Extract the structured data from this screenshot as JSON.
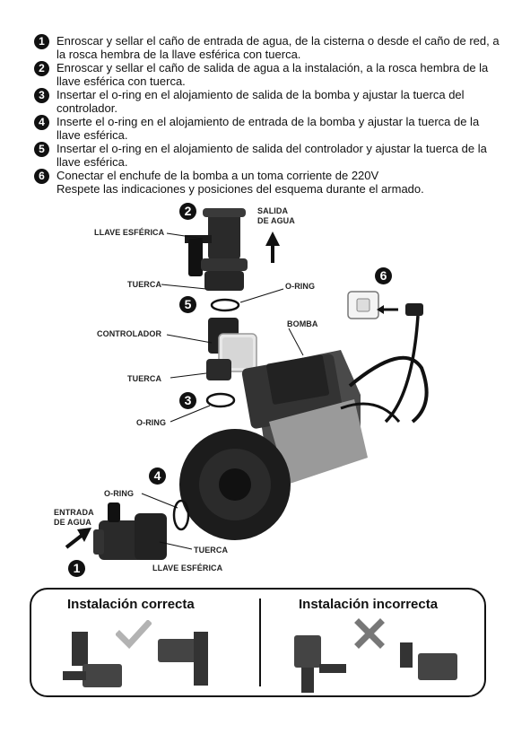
{
  "steps": [
    {
      "number": "1",
      "text": "Enroscar y sellar el caño de entrada de agua,  de la cisterna o desde el caño de red, a la rosca hembra de la llave esférica con tuerca."
    },
    {
      "number": "2",
      "text": "Enroscar y sellar el caño de salida de agua a la instalación, a la rosca hembra de la llave esférica con tuerca."
    },
    {
      "number": "3",
      "text": "Insertar el o-ring en el alojamiento de salida de la bomba y ajustar la tuerca del controlador."
    },
    {
      "number": "4",
      "text": "Inserte el o-ring en el alojamiento de entrada de la bomba y ajustar la tuerca de la llave esférica."
    },
    {
      "number": "5",
      "text": "Insertar el o-ring en el alojamiento de salida del controlador y ajustar la tuerca de la llave esférica."
    },
    {
      "number": "6",
      "text": "Conectar el enchufe de la bomba a un toma corriente de 220V"
    }
  ],
  "note": "Respete las indicaciones y posiciones del esquema durante el armado.",
  "diagram": {
    "llave_top": "LLAVE ESFÉRICA",
    "salida_line1": "SALIDA",
    "salida_line2": "DE AGUA",
    "tuerca_top": "TUERCA",
    "oring_top": "O-RING",
    "controlador": "CONTROLADOR",
    "bomba": "BOMBA",
    "tuerca_mid": "TUERCA",
    "oring_mid": "O-RING",
    "oring_low": "O-RING",
    "entrada_line1": "ENTRADA",
    "entrada_line2": "DE AGUA",
    "tuerca_low": "TUERCA",
    "llave_low": "LLAVE ESFÉRICA",
    "n1": "1",
    "n2": "2",
    "n3": "3",
    "n4": "4",
    "n5": "5",
    "n6": "6"
  },
  "install": {
    "correct_title": "Instalación correcta",
    "incorrect_title": "Instalación incorrecta",
    "correct_color": "#b3b3b3",
    "incorrect_color": "#777777"
  }
}
